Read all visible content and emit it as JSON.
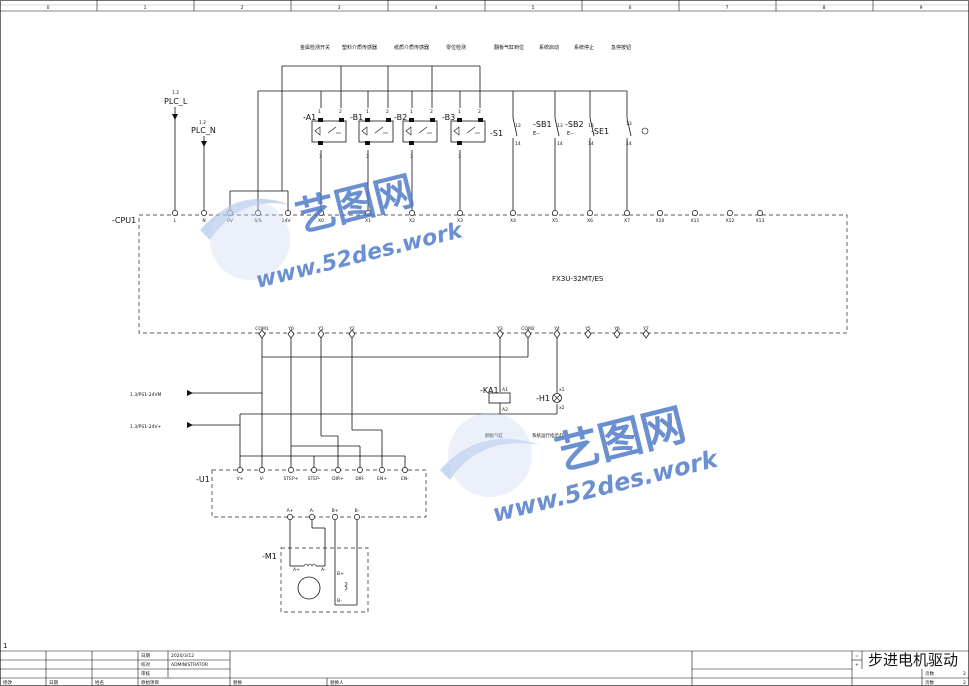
{
  "grid_columns": [
    "0",
    "1",
    "2",
    "3",
    "4",
    "5",
    "6",
    "7",
    "8",
    "9"
  ],
  "sheet_number": "1",
  "power": {
    "l_ref": "1.2",
    "l_label": "PLC_L",
    "n_ref": "1.2",
    "n_label": "PLC_N",
    "ps_vm": "1.3/PS1-24VM",
    "ps_vp": "1.3/PS1-24V+"
  },
  "top_labels": [
    "金属检测开关",
    "塑料介质传感器",
    "纸质介质传感器",
    "零位检测",
    "翻板气缸到位",
    "系统启动",
    "系统停止",
    "急停按钮"
  ],
  "sensors": [
    {
      "tag": "-A1",
      "p1": "1",
      "p2": "2",
      "p3": "3"
    },
    {
      "tag": "-B1",
      "p1": "1",
      "p2": "2",
      "p3": "3"
    },
    {
      "tag": "-B2",
      "p1": "1",
      "p2": "2",
      "p3": "3"
    },
    {
      "tag": "-B3",
      "p1": "1",
      "p2": "2",
      "p3": "3"
    }
  ],
  "switches": [
    {
      "tag": "-S1",
      "a": "13",
      "b": "14"
    },
    {
      "tag": "-SB1",
      "a": "13",
      "b": "14"
    },
    {
      "tag": "-SB2",
      "a": "13",
      "b": "14"
    },
    {
      "tag": "-SE1",
      "a": "13",
      "b": "14"
    }
  ],
  "plc": {
    "tag": "-CPU1",
    "model": "FX3U-32MT/ES",
    "inputs": [
      "L",
      "N",
      "0V",
      "S/S",
      "24V",
      "X0",
      "X1",
      "X2",
      "X3",
      "X4",
      "X5",
      "X6",
      "X7",
      "X10",
      "X11",
      "X12",
      "X13"
    ],
    "outputs": [
      "COM1",
      "Y0",
      "Y1",
      "Y2",
      "Y3",
      "COM2",
      "Y4",
      "Y5",
      "Y6",
      "Y7"
    ]
  },
  "relay": {
    "tag": "-KA1",
    "a1": "A1",
    "a2": "A2",
    "caption": "翻板气缸"
  },
  "lamp": {
    "tag": "-H1",
    "x1": "x1",
    "x2": "x2",
    "caption": "系统运行指示灯"
  },
  "driver": {
    "tag": "-U1",
    "terms": [
      "V+",
      "V-",
      "STEP+",
      "STEP-",
      "DIR+",
      "DIR-",
      "EN+",
      "EN-"
    ],
    "motor_terms": [
      "A+",
      "A-",
      "B+",
      "B-"
    ]
  },
  "motor": {
    "tag": "-M1",
    "terms": [
      "A+",
      "A-",
      "B+",
      "B-"
    ]
  },
  "title_block": {
    "date_label": "日期",
    "date_value": "2020/3/12",
    "check_label": "校对",
    "check_value": "ADMINISTRATOR",
    "review_label": "审核",
    "row_mod": "修改",
    "row_date": "日期",
    "row_name": "姓名",
    "row_orig": "原始项目",
    "row_replace": "替换",
    "row_replaced": "替换人",
    "title": "步进电机驱动",
    "page_label": "页数",
    "page_value": "2",
    "total_label": "页数",
    "total_value": "2",
    "eq1": "=",
    "eq2": "+"
  },
  "watermark": {
    "name": "艺图网",
    "url": "www.52des.work"
  }
}
